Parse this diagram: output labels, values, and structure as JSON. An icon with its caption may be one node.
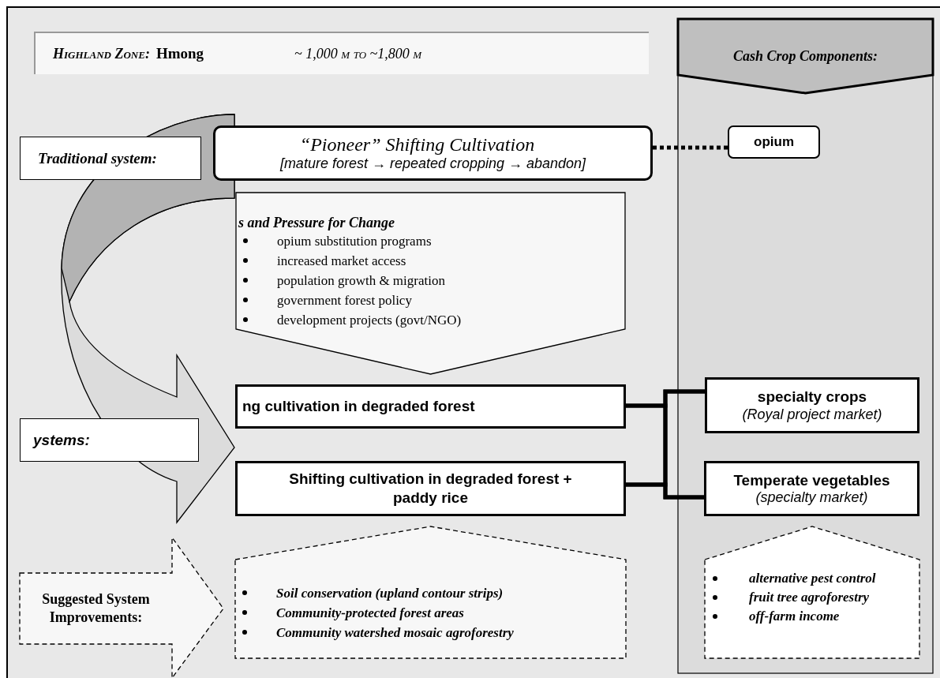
{
  "diagram": {
    "nodes": [
      {
        "text": [
          "Highland Zone:",
          "Hmong",
          "~ 1,000 m to ~1,800 m"
        ]
      },
      {
        "text": [
          "Cash Crop Components:"
        ]
      },
      {
        "text": [
          "Traditional system:"
        ]
      },
      {
        "text": [
          "“Pioneer” Shifting Cultivation",
          "[mature forest → repeated cropping → abandon]"
        ]
      },
      {
        "text": [
          "opium"
        ],
        "in": 1
      },
      {
        "text": [
          "s and Pressure for Change",
          "opium substitution programs",
          "increased market access",
          "population growth & migration",
          "government forest policy",
          "development projects (govt/NGO)"
        ]
      },
      {
        "text": [
          "ng cultivation in degraded forest"
        ]
      },
      {
        "text": [
          "ystems:"
        ]
      },
      {
        "text": [
          "Shifting cultivation in degraded forest + paddy rice"
        ]
      },
      {
        "text": [
          "specialty crops",
          "(Royal project market)"
        ],
        "in": 1
      },
      {
        "text": [
          "Temperate vegetables",
          "(specialty market)"
        ],
        "in": 1
      },
      {
        "text": [
          "Suggested System Improvements:"
        ]
      },
      {
        "text": [
          "Soil conservation (upland contour strips)",
          "Community-protected forest areas",
          "Community watershed mosaic agroforestry"
        ]
      },
      {
        "text": [
          "alternative pest control",
          "fruit tree agroforestry",
          "off-farm income"
        ],
        "in": 1
      }
    ],
    "edges": [
      {
        "from": 3,
        "to": 4,
        "arrow": "none",
        "style": "dashed"
      },
      {
        "from": 6,
        "to": 9,
        "arrow": "none"
      },
      {
        "from": 6,
        "to": 10,
        "arrow": "none"
      },
      {
        "from": 8,
        "to": 9,
        "arrow": "none"
      },
      {
        "from": 8,
        "to": 10,
        "arrow": "none"
      },
      {
        "from": 3,
        "to": null,
        "arrow": "to"
      }
    ]
  }
}
